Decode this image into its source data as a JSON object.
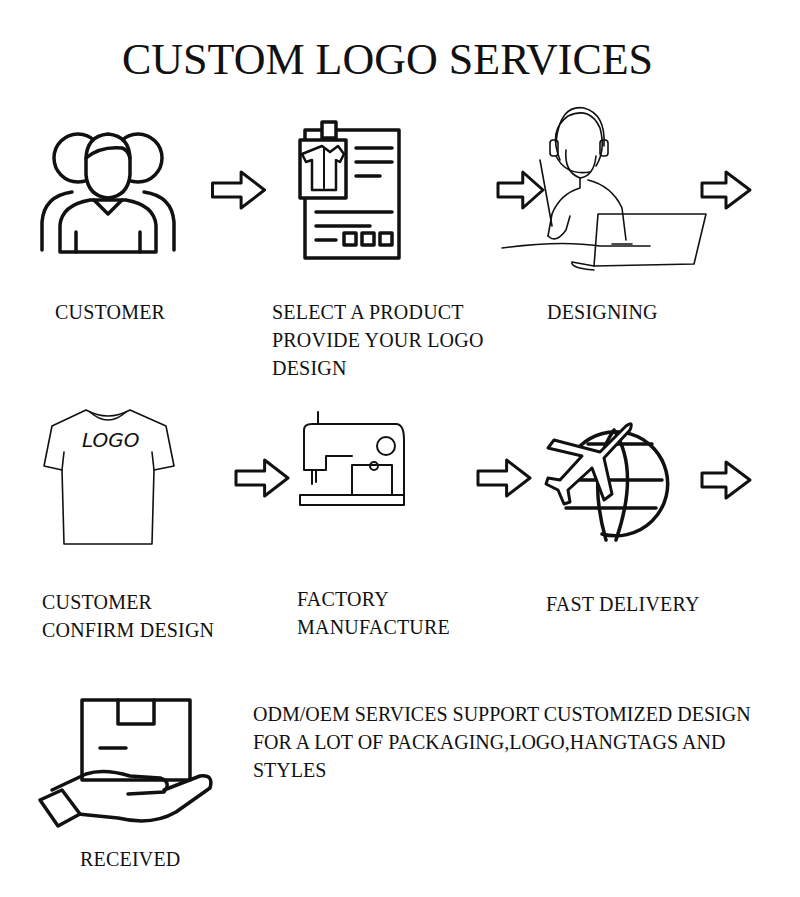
{
  "diagram": {
    "title": "CUSTOM LOGO SERVICES",
    "nodes": [
      {
        "text": [
          "CUSTOMER"
        ]
      },
      {
        "text": [
          "SELECT A PRODUCT PROVIDE YOUR LOGO DESIGN"
        ]
      },
      {
        "text": [
          "DESIGNING"
        ]
      },
      {
        "text": [
          "CUSTOMER CONFIRM DESIGN"
        ]
      },
      {
        "text": [
          "FACTORY MANUFACTURE"
        ]
      },
      {
        "text": [
          "FAST DELIVERY"
        ]
      },
      {
        "text": [
          "RECEIVED"
        ]
      }
    ],
    "edges": [
      {
        "from": 0,
        "to": 1,
        "arrow": "to"
      },
      {
        "from": 1,
        "to": 2,
        "arrow": "to"
      },
      {
        "from": 3,
        "to": 4,
        "arrow": "to"
      },
      {
        "from": 4,
        "to": 5,
        "arrow": "to"
      }
    ],
    "labels": [
      "LOGO",
      "ODM/OEM SERVICES SUPPORT CUSTOMIZED DESIGN FOR A LOT OF PACKAGING,LOGO,HANGTAGS AND STYLES"
    ]
  }
}
